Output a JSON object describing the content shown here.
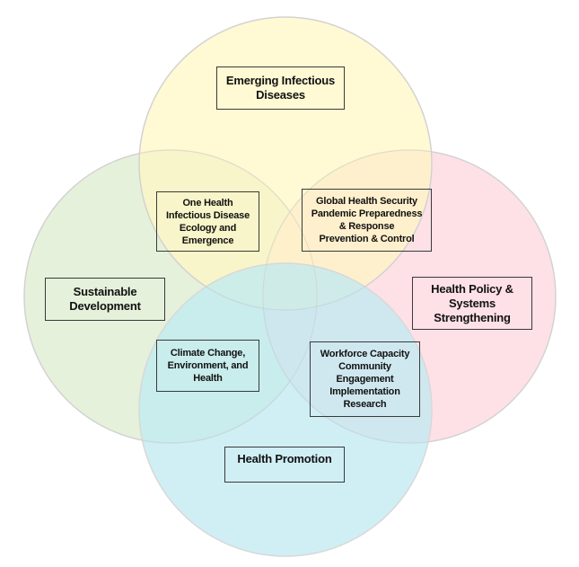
{
  "diagram": {
    "type": "venn",
    "circles": [
      {
        "id": "emerging",
        "label": "Emerging Infectious Diseases",
        "color": "#fff7c2"
      },
      {
        "id": "sustainable",
        "label": "Sustainable Development",
        "color": "#e0efd4"
      },
      {
        "id": "policy",
        "label": "Health Policy & Systems Strengthening",
        "color": "#fddce2"
      },
      {
        "id": "promotion",
        "label": "Health Promotion",
        "color": "#bfeaf2"
      }
    ],
    "labels": {
      "emerging": "Emerging Infectious\nDiseases",
      "sustainable": "Sustainable\nDevelopment",
      "policy": "Health Policy &\nSystems\nStrengthening",
      "promotion": "Health Promotion",
      "one_health": "One Health\nInfectious Disease\nEcology and\nEmergence",
      "global_security": "Global Health Security\nPandemic Preparedness\n& Response\nPrevention & Control",
      "climate": "Climate Change,\nEnvironment, and\nHealth",
      "workforce": "Workforce Capacity\nCommunity\nEngagement\nImplementation\nResearch"
    },
    "overlaps": [
      {
        "sets": [
          "emerging",
          "sustainable"
        ],
        "label": "One Health Infectious Disease Ecology and Emergence"
      },
      {
        "sets": [
          "emerging",
          "policy"
        ],
        "label": "Global Health Security Pandemic Preparedness & Response Prevention & Control"
      },
      {
        "sets": [
          "sustainable",
          "promotion"
        ],
        "label": "Climate Change, Environment, and Health"
      },
      {
        "sets": [
          "policy",
          "promotion"
        ],
        "label": "Workforce Capacity Community Engagement Implementation Research"
      }
    ]
  }
}
